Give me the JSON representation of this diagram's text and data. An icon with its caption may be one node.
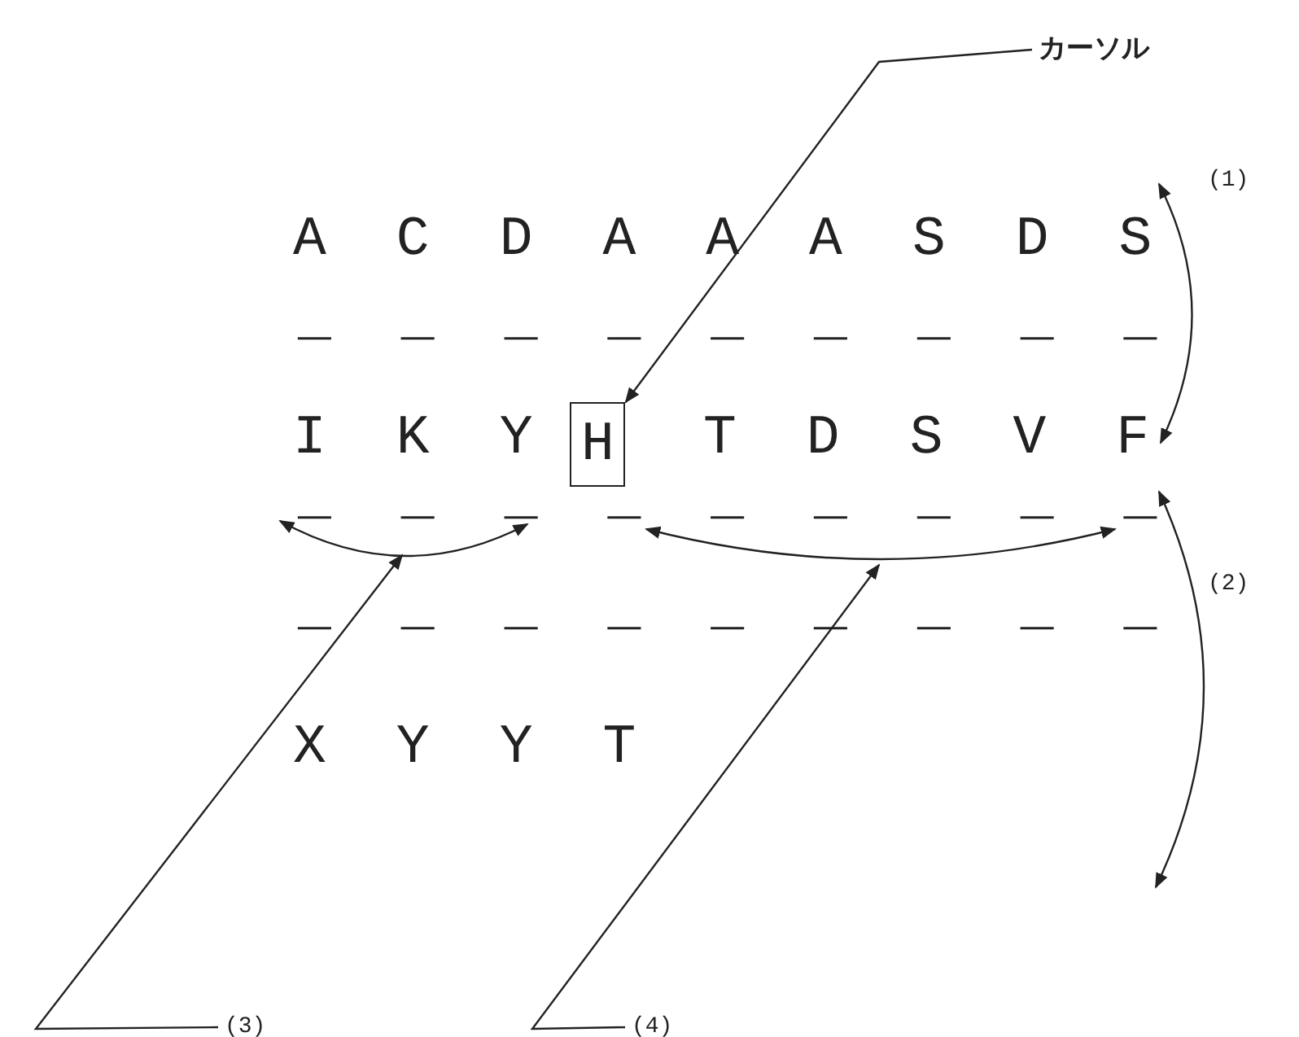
{
  "diagram": {
    "nodes": [
      {
        "text": [
          "カーソル"
        ]
      },
      {
        "text": [
          "H"
        ]
      },
      {
        "text": [
          "(3)"
        ]
      },
      {
        "text": [
          "(4)"
        ]
      }
    ],
    "edges": [
      {
        "from": 0,
        "to": 1,
        "arrow": "to"
      },
      {
        "from": 2,
        "to": null,
        "arrow": "to"
      },
      {
        "from": 3,
        "to": null,
        "arrow": "to"
      }
    ],
    "labels": [
      "A C D A A A S D S",
      "(1)",
      "_ _ _ _ _ _ _ _ _",
      "I K Y",
      "T D S V F",
      "_ _ _ _ _ _ _ _ _",
      "(2)",
      "_ _ _ _ _ _ _ _ _",
      "X Y Y T"
    ]
  }
}
